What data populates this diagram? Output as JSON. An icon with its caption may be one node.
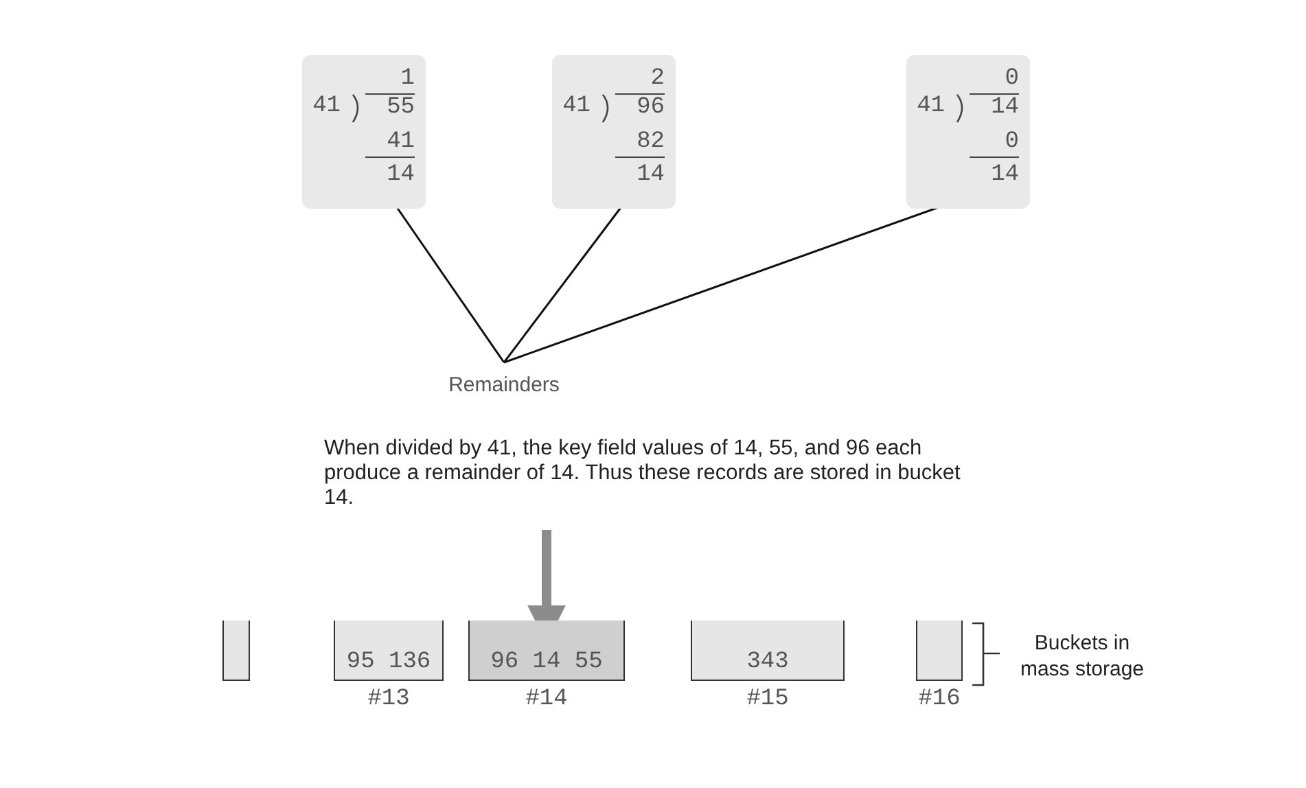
{
  "diagram": {
    "nodes": [
      {
        "text": [
          "1",
          "41",
          "55",
          "41"
        ]
      },
      {
        "text": [
          "14"
        ],
        "in": 0
      },
      {
        "text": [
          "2",
          "41",
          "96",
          "82"
        ]
      },
      {
        "text": [
          "14"
        ],
        "in": 2
      },
      {
        "text": [
          "0",
          "41",
          "14",
          "0"
        ]
      },
      {
        "text": [
          "14"
        ],
        "in": 4
      },
      {
        "text": [
          "Remainders"
        ]
      },
      {
        "text": [
          "When divided by 41, the key field values of 14, 55, and 96 each produce a remainder of 14. Thus these records are stored in bucket 14."
        ]
      },
      {
        "text": [],
        "shape": "box"
      },
      {
        "text": [
          "95 136"
        ],
        "beside": [
          "#13"
        ]
      },
      {
        "text": [
          "96 14 55"
        ],
        "beside": [
          "#14"
        ]
      },
      {
        "text": [
          "343"
        ],
        "beside": [
          "#15"
        ]
      },
      {
        "text": [],
        "shape": "box",
        "beside": [
          "#16"
        ]
      }
    ],
    "edges": [
      {
        "from": 6,
        "to": 1,
        "arrow": "none"
      },
      {
        "from": 6,
        "to": 3,
        "arrow": "none"
      },
      {
        "from": 6,
        "to": 5,
        "arrow": "none"
      },
      {
        "from": 7,
        "to": 10,
        "arrow": "to",
        "style": "thick",
        "color": "#8c8c8c"
      }
    ],
    "labels": [
      "Buckets in mass storage"
    ]
  }
}
